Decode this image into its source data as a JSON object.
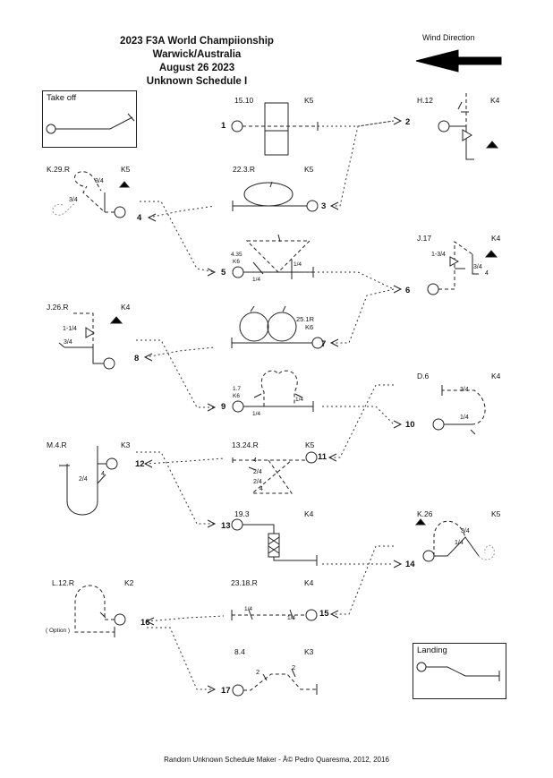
{
  "header": {
    "line1": "2023 F3A World Champiionship",
    "line2": "Warwick/Australia",
    "line3": "August 26 2023",
    "line4": "Unknown Schedule I"
  },
  "wind": {
    "label": "Wind Direction"
  },
  "takeoff": {
    "label": "Take off"
  },
  "landing": {
    "label": "Landing"
  },
  "maneuvers": [
    {
      "num": "1",
      "code": "15.10",
      "k": "K5"
    },
    {
      "num": "2",
      "code": "H.12",
      "k": "K4"
    },
    {
      "num": "3",
      "code": "22.3.R",
      "k": "K5"
    },
    {
      "num": "4",
      "code": "K.29.R",
      "k": "K5"
    },
    {
      "num": "5",
      "code": "4.35",
      "k": "K6"
    },
    {
      "num": "6",
      "code": "J.17",
      "k": "K4"
    },
    {
      "num": "7",
      "code": "25.1R",
      "k": "K6"
    },
    {
      "num": "8",
      "code": "J.26.R",
      "k": "K4"
    },
    {
      "num": "9",
      "code": "1.7",
      "k": "K6"
    },
    {
      "num": "10",
      "code": "D.6",
      "k": "K4"
    },
    {
      "num": "11",
      "code": "13.24.R",
      "k": "K5"
    },
    {
      "num": "12",
      "code": "M.4.R",
      "k": "K3"
    },
    {
      "num": "13",
      "code": "19.3",
      "k": "K4"
    },
    {
      "num": "14",
      "code": "K.26",
      "k": "K5"
    },
    {
      "num": "15",
      "code": "23.18.R",
      "k": "K4"
    },
    {
      "num": "16",
      "code": "L.12.R",
      "k": "K2"
    },
    {
      "num": "17",
      "code": "8.4",
      "k": "K3"
    }
  ],
  "annotations": {
    "frac_3_4": "3/4",
    "frac_1_4": "1/4",
    "frac_2_4": "2/4",
    "frac_1_3_4": "1-3/4",
    "frac_1_1_4": "1-1/4",
    "two": "2",
    "four": "4",
    "option": "( Option )"
  },
  "footer": "Random Unknown Schedule Maker - Â© Pedro Quaresma, 2012, 2016"
}
